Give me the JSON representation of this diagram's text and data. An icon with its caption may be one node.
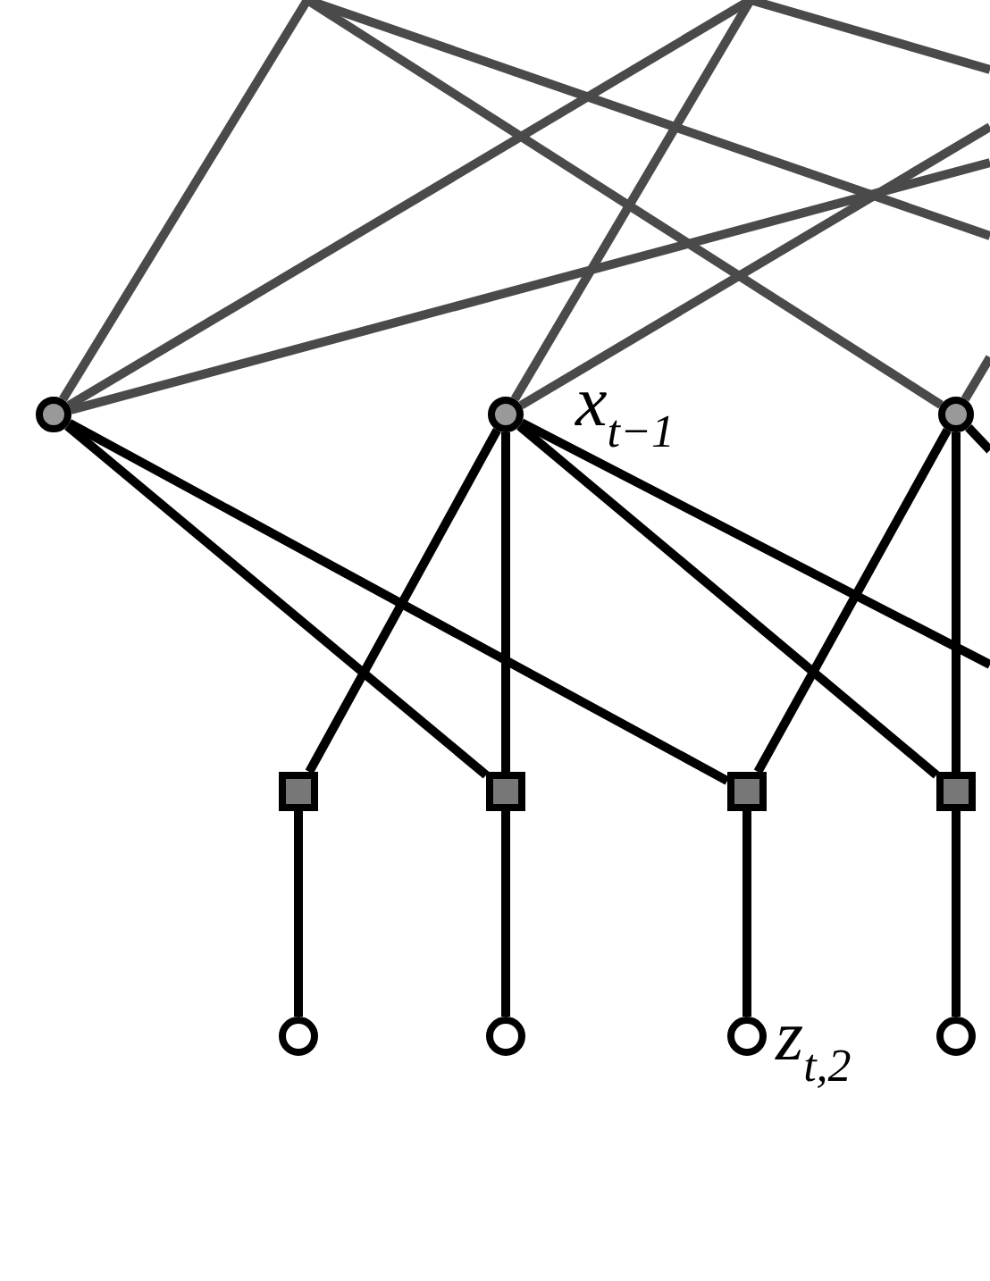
{
  "diagram": {
    "nodes": [
      {
        "text": [],
        "shape": "circle"
      },
      {
        "text": [],
        "shape": "circle",
        "beside": [
          "x$_{t−1}$"
        ]
      },
      {
        "text": [],
        "shape": "circle"
      },
      {
        "text": [],
        "shape": "box"
      },
      {
        "text": [],
        "shape": "box"
      },
      {
        "text": [],
        "shape": "box"
      },
      {
        "text": [],
        "shape": "box"
      },
      {
        "text": [],
        "shape": "circle"
      },
      {
        "text": [],
        "shape": "circle"
      },
      {
        "text": [],
        "shape": "circle",
        "beside": [
          "z$_{t,2}$"
        ]
      },
      {
        "text": [],
        "shape": "circle"
      }
    ],
    "edges": [
      {
        "from": null,
        "to": 0,
        "arrow": "none",
        "color": "#4a4a4a"
      },
      {
        "from": null,
        "to": 0,
        "arrow": "none",
        "color": "#4a4a4a"
      },
      {
        "from": null,
        "to": 0,
        "arrow": "none",
        "color": "#4a4a4a"
      },
      {
        "from": null,
        "to": 1,
        "arrow": "none",
        "color": "#4a4a4a"
      },
      {
        "from": null,
        "to": 1,
        "arrow": "none",
        "color": "#4a4a4a"
      },
      {
        "from": null,
        "to": 2,
        "arrow": "none",
        "color": "#4a4a4a"
      },
      {
        "from": null,
        "to": 2,
        "arrow": "none",
        "color": "#4a4a4a"
      },
      {
        "from": 0,
        "to": 4,
        "arrow": "none"
      },
      {
        "from": 0,
        "to": 5,
        "arrow": "none"
      },
      {
        "from": 1,
        "to": 3,
        "arrow": "none"
      },
      {
        "from": 1,
        "to": 4,
        "arrow": "none"
      },
      {
        "from": 1,
        "to": 6,
        "arrow": "none"
      },
      {
        "from": 1,
        "to": null,
        "arrow": "none"
      },
      {
        "from": 2,
        "to": 5,
        "arrow": "none"
      },
      {
        "from": 2,
        "to": 6,
        "arrow": "none"
      },
      {
        "from": 2,
        "to": null,
        "arrow": "none"
      },
      {
        "from": 3,
        "to": 7,
        "arrow": "none"
      },
      {
        "from": 4,
        "to": 8,
        "arrow": "none"
      },
      {
        "from": 5,
        "to": 9,
        "arrow": "none"
      },
      {
        "from": 6,
        "to": 10,
        "arrow": "none"
      }
    ]
  }
}
